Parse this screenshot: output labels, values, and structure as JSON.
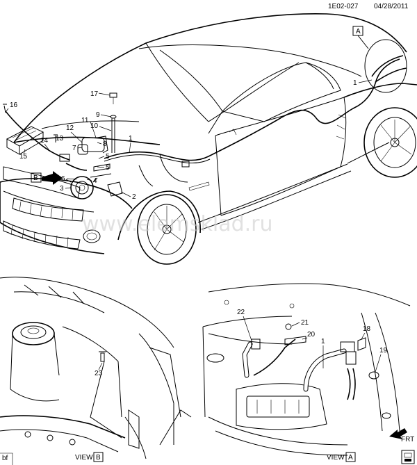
{
  "header": {
    "code": "1E02-027",
    "date": "04/28/2011"
  },
  "watermark": "www.elemsklad.ru",
  "callouts": {
    "c1a": "1",
    "c1b": "1",
    "c1c": "1",
    "c2": "2",
    "c3": "3",
    "c4": "4",
    "c5": "5",
    "c6": "6",
    "c7": "7",
    "c8": "8",
    "c9": "9",
    "c10": "10",
    "c11": "11",
    "c12": "12",
    "c13": "13",
    "c14": "14",
    "c15": "15",
    "c16": "16",
    "c17": "17",
    "c18": "18",
    "c19": "19",
    "c20": "20",
    "c21": "21",
    "c22": "22",
    "c23": "23"
  },
  "view_tags": {
    "a_top": "A",
    "b_side": "B"
  },
  "views": {
    "view_b": {
      "prefix": "VIEW",
      "letter": "B"
    },
    "view_a": {
      "prefix": "VIEW",
      "letter": "A"
    }
  },
  "front_indicator": "FRT",
  "corner_code": "bf"
}
